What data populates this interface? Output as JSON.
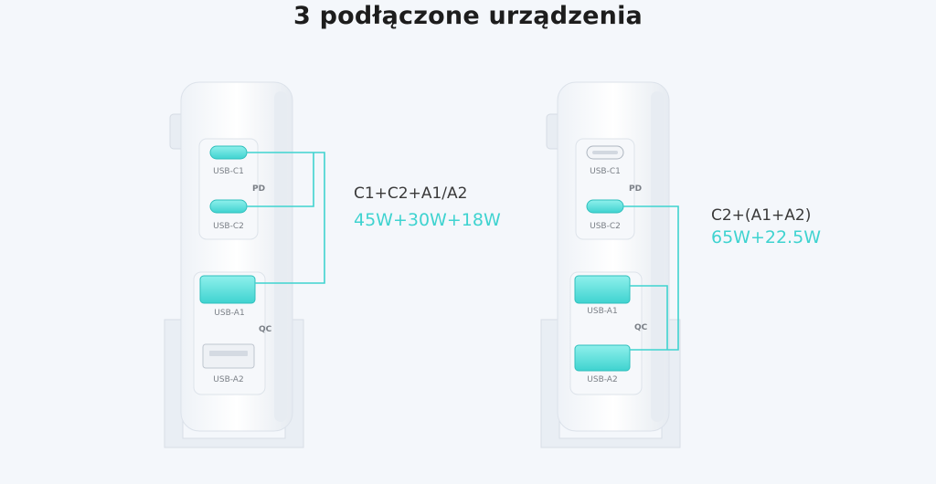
{
  "title": "3 podłączone urządzenia",
  "colors": {
    "accent": "#3fd3d0",
    "background": "#f4f7fb"
  },
  "left": {
    "ports": {
      "c1": "USB-C1",
      "c2": "USB-C2",
      "pd": "PD",
      "a1": "USB-A1",
      "a2": "USB-A2",
      "qc": "QC"
    },
    "combo": "C1+C2+A1/A2",
    "watts": "45W+30W+18W"
  },
  "right": {
    "ports": {
      "c1": "USB-C1",
      "c2": "USB-C2",
      "pd": "PD",
      "a1": "USB-A1",
      "a2": "USB-A2",
      "qc": "QC"
    },
    "combo": "C2+(A1+A2)",
    "watts": "65W+22.5W"
  }
}
